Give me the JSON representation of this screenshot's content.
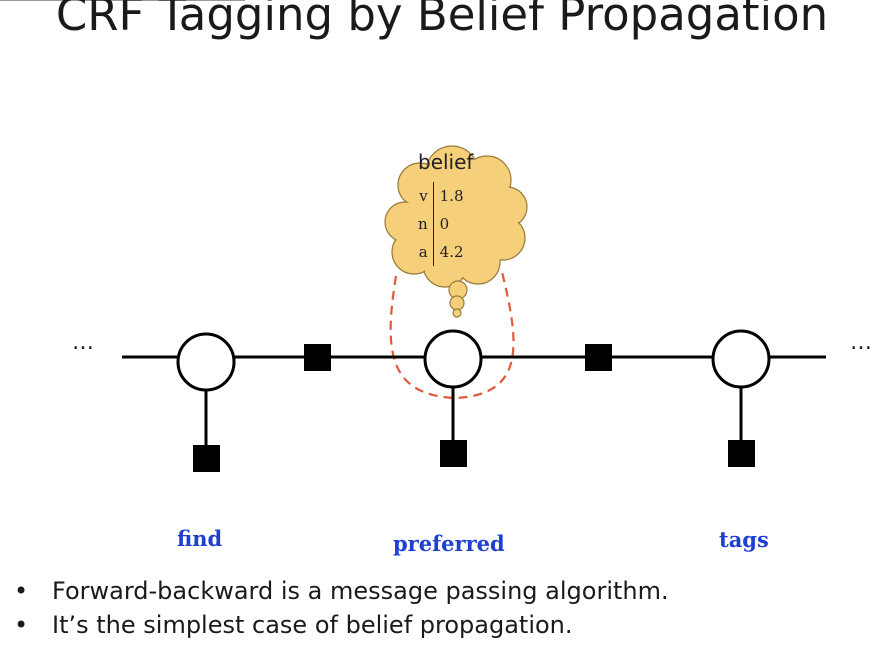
{
  "title": "CRF Tagging by Belief Propagation",
  "ellipsis_left": "…",
  "ellipsis_right": "…",
  "belief": {
    "label": "belief",
    "rows": [
      {
        "tag": "v",
        "value": "1.8"
      },
      {
        "tag": "n",
        "value": "0"
      },
      {
        "tag": "a",
        "value": "4.2"
      }
    ]
  },
  "words": [
    "find",
    "preferred",
    "tags"
  ],
  "bullets": [
    "Forward-backward is a message passing algorithm.",
    "It’s the simplest case of belief propagation."
  ],
  "colors": {
    "word": "#1f3fd0",
    "cloud_fill": "#f5cf7a",
    "cloud_stroke": "#9a7a3a",
    "dashed_arc": "#e05a3a"
  }
}
